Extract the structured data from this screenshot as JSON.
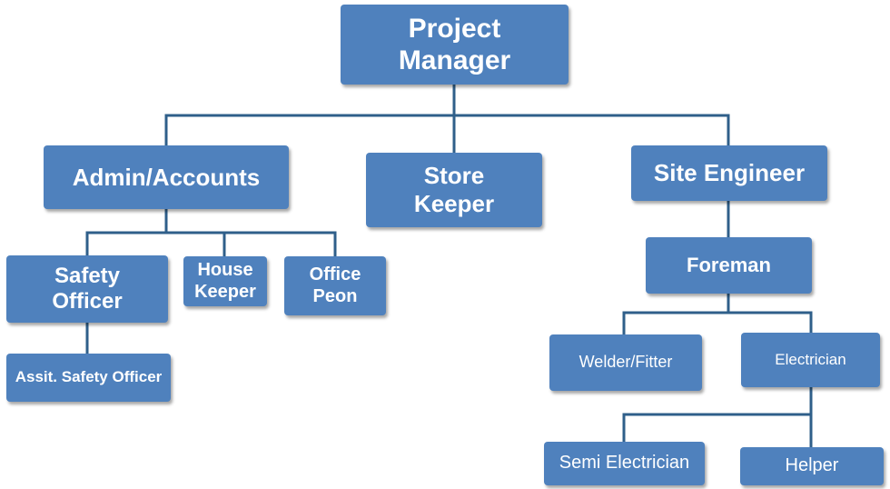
{
  "colors": {
    "box_fill": "#4f81bd",
    "connector": "#2f5f8a",
    "text": "#ffffff"
  },
  "nodes": {
    "project_manager": "Project\nManager",
    "admin_accounts": "Admin/Accounts",
    "store_keeper": "Store\nKeeper",
    "site_engineer": "Site Engineer",
    "safety_officer": "Safety\nOfficer",
    "house_keeper": "House\nKeeper",
    "office_peon": "Office\nPeon",
    "assit_safety_officer": "Assit. Safety Officer",
    "foreman": "Foreman",
    "welder_fitter": "Welder/Fitter",
    "electrician": "Electrician",
    "semi_electrician": "Semi Electrician",
    "helper": "Helper"
  }
}
